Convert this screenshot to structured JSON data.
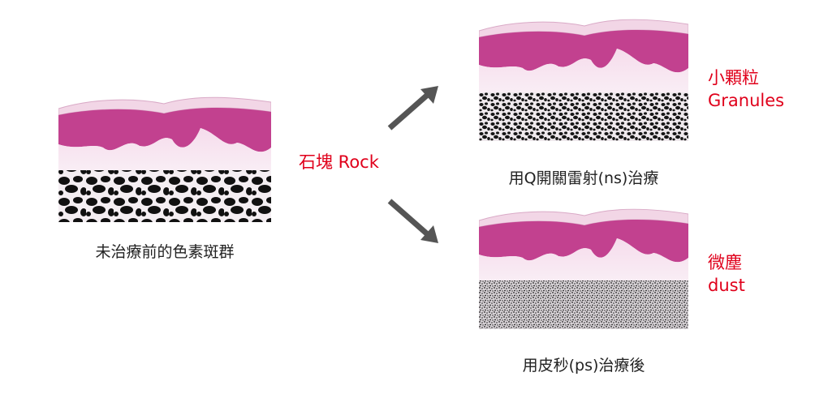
{
  "diagram": {
    "before_caption": "未治療前的色素斑群",
    "rock_label": "石塊 Rock",
    "ns_caption": "用Q開關雷射(ns)治療",
    "ps_caption": "用皮秒(ps)治療後",
    "granules_label": {
      "zh": "小顆粒",
      "en": "Granules"
    },
    "dust_label": {
      "zh": "微塵",
      "en": "dust"
    }
  },
  "colors": {
    "accent_red": "#e0001b",
    "tissue_pink": "#e5a3c8",
    "epidermis_magenta": "#c2418f",
    "pigment": "#111111",
    "arrow_gray": "#555555"
  }
}
